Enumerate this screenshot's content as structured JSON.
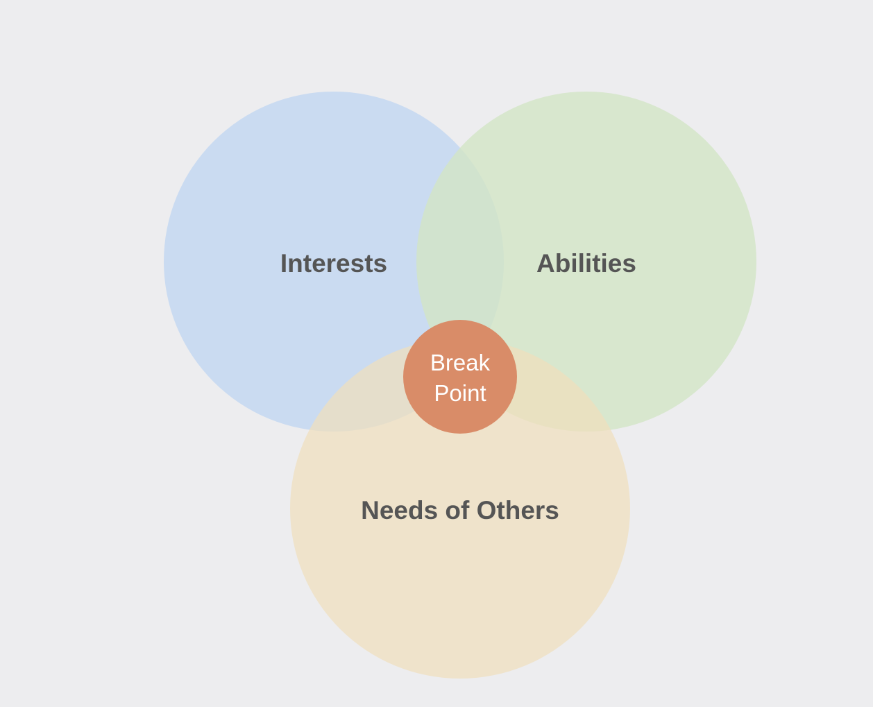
{
  "diagram": {
    "circles": [
      {
        "id": "interests",
        "label": "Interests",
        "color": "#c5d8f1",
        "opacity": 0.88
      },
      {
        "id": "abilities",
        "label": "Abilities",
        "color": "#d2e5c5",
        "opacity": 0.8
      },
      {
        "id": "needs",
        "label": "Needs of Others",
        "color": "#f0dfbd",
        "opacity": 0.72
      }
    ],
    "center": {
      "line1": "Break",
      "line2": "Point",
      "color": "#d98c68"
    },
    "colors": {
      "background": "#ededef",
      "label_text": "#555555",
      "center_text": "#ffffff"
    }
  }
}
